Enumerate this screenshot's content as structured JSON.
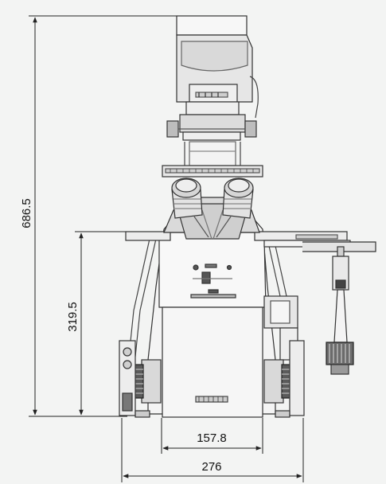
{
  "dimensions": {
    "total_height": "686.5",
    "stage_height": "319.5",
    "body_width": "157.8",
    "total_width": "276"
  },
  "colors": {
    "line": "#333333",
    "fill_light": "#f7f7f7",
    "fill_mid": "#e2e2e2",
    "fill_dark": "#bfbfbf",
    "background": "#f3f4f3"
  }
}
